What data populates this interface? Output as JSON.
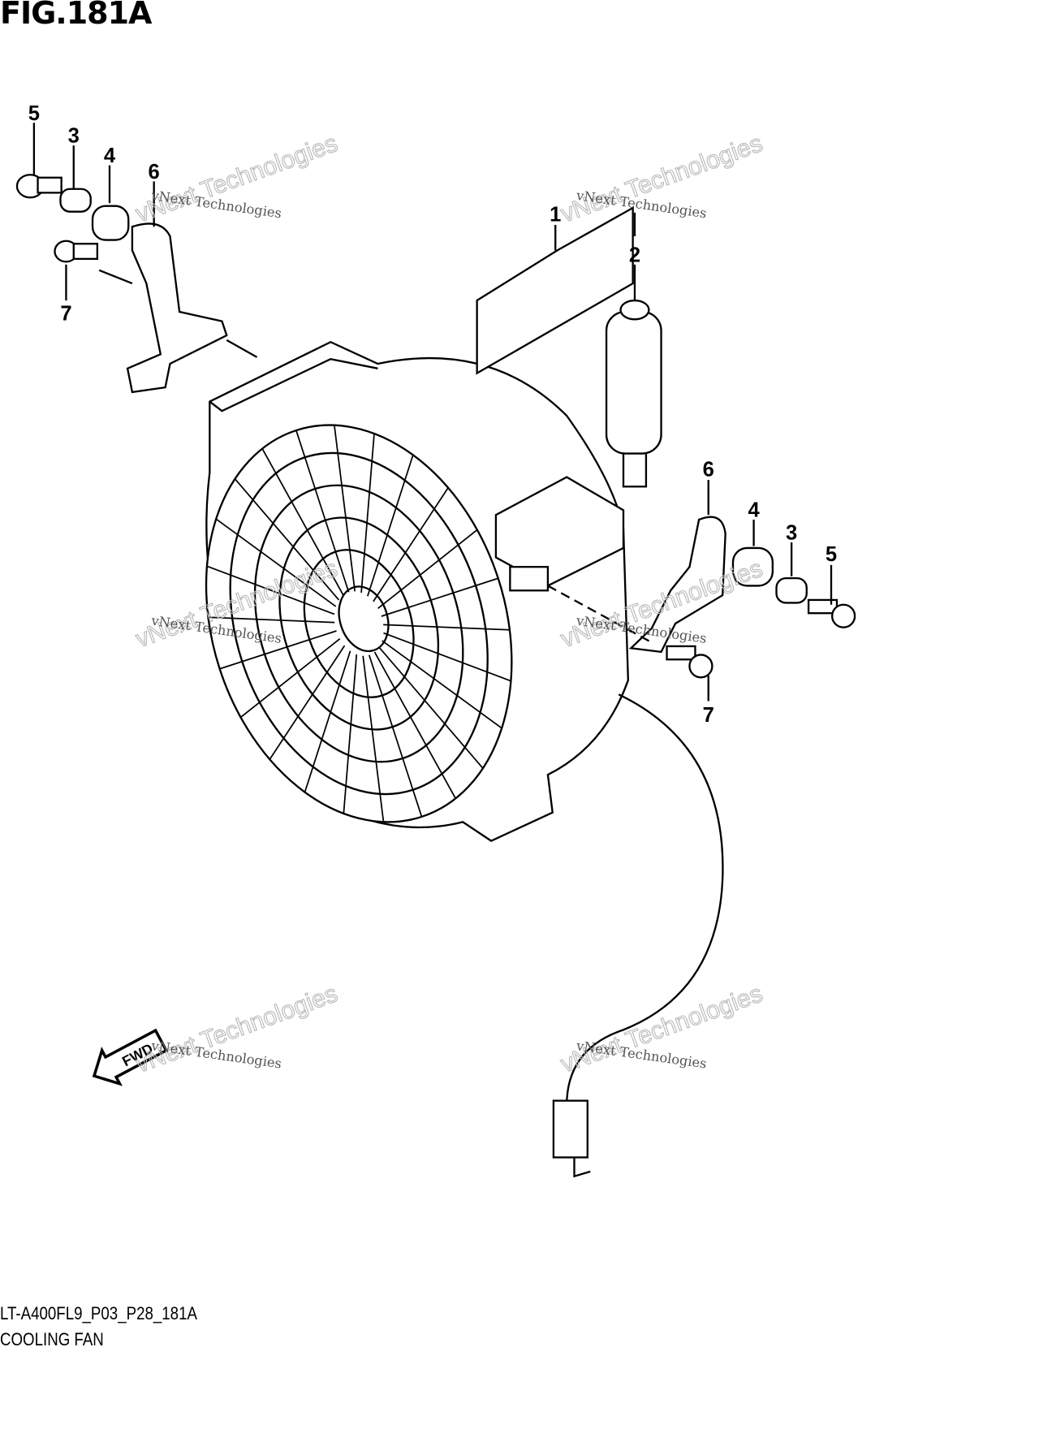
{
  "figure": {
    "title": "FIG.181A",
    "code": "LT-A400FL9_P03_P28_181A",
    "name": "COOLING FAN"
  },
  "callouts": [
    "5",
    "3",
    "4",
    "6",
    "7",
    "1",
    "2",
    "6",
    "4",
    "3",
    "5",
    "7"
  ],
  "fwd_label": "FWD",
  "watermark": {
    "line1": "vNext Technologies",
    "line2": "vNext Technologies"
  }
}
